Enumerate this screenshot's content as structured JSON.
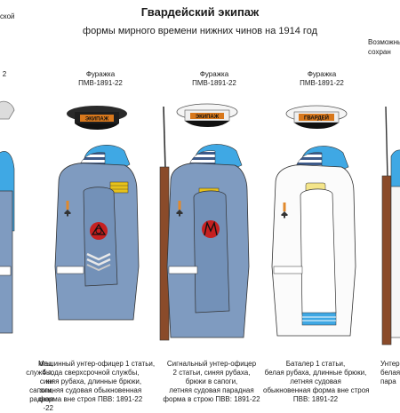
{
  "header": {
    "title": "Гвардейский экипаж",
    "subtitle": "формы мирного времени нижних чинов  на 1914 год",
    "corner_left": "ской",
    "corner_right_lines": [
      "Возможны",
      "сохран"
    ]
  },
  "cap_labels": [
    {
      "line1": "",
      "line2": "2"
    },
    {
      "line1": "Фуражка",
      "line2": "ПМВ-1891-22"
    },
    {
      "line1": "Фуражка",
      "line2": "ПМВ-1891-22"
    },
    {
      "line1": "Фуражка",
      "line2": "ПМВ-1891-22"
    }
  ],
  "cap_ribbons": [
    "",
    "ЭКИПАЖ",
    "ЭКИПАЖ",
    "ГВАРДЕЙ"
  ],
  "captions": [
    {
      "lines": [
        "оты,",
        "службы,",
        "ки",
        "сапоги,",
        "радная",
        "-22"
      ]
    },
    {
      "lines": [
        "Машинный унтер-офицер 1 статьи,",
        "4 года сверхсрочной службы,",
        "синяя рубаха, длинные брюки,",
        "зимняя судовая обыкновенная",
        "форма вне строя  ПВВ: 1891-22"
      ]
    },
    {
      "lines": [
        "Сигнальный унтер-офицер",
        "2 статьи, синяя рубаха,",
        "брюки в сапоги,",
        "летняя судовая парадная",
        "форма в строю ПВВ: 1891-22"
      ]
    },
    {
      "lines": [
        "Баталер 1 статьи,",
        "белая рубаха, длинные брюки,",
        "летняя судовая",
        "обыкновенная форма вне строя",
        "ПВВ: 1891-22"
      ]
    },
    {
      "lines": [
        "Унтер",
        "белая",
        "",
        "пара"
      ]
    }
  ],
  "colors": {
    "shirt_blue": "#7f9bc0",
    "collar_cyan": "#3fa8e4",
    "cap_black": "#222222",
    "ribbon_orange": "#d8781c",
    "badge_red": "#c62020",
    "stripe_yellow": "#e8c21a"
  },
  "icons": [
    "st-george-cross-icon",
    "mechanic-emblem-icon",
    "signal-emblem-icon"
  ]
}
